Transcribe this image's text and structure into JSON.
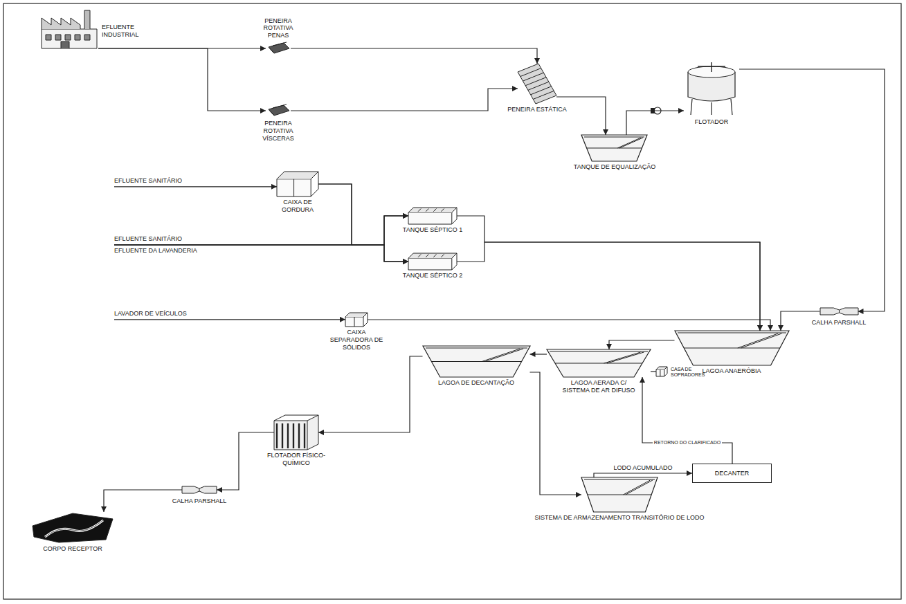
{
  "diagram": {
    "nodes": [
      {
        "text": [
          "EFLUENTE INDUSTRIAL"
        ]
      },
      {
        "text": [
          "PENEIRA ROTATIVA PENAS"
        ]
      },
      {
        "text": [
          "PENEIRA ROTATIVA VÍSCERAS"
        ]
      },
      {
        "text": [
          "PENEIRA ESTÁTICA"
        ]
      },
      {
        "text": [
          "TANQUE DE EQUALIZAÇÃO"
        ]
      },
      {
        "text": [
          "FLOTADOR"
        ]
      },
      {
        "text": [
          "EFLUENTE SANITÁRIO"
        ]
      },
      {
        "text": [
          "CAIXA DE GORDURA"
        ]
      },
      {
        "text": [
          "EFLUENTE SANITÁRIO"
        ]
      },
      {
        "text": [
          "EFLUENTE DA LAVANDERIA"
        ]
      },
      {
        "text": [
          "TANQUE SÉPTICO 1"
        ]
      },
      {
        "text": [
          "TANQUE SÉPTICO 2"
        ]
      },
      {
        "text": [
          "LAVADOR DE VEÍCULOS"
        ]
      },
      {
        "text": [
          "CAIXA SEPARADORA DE SÓLIDOS"
        ]
      },
      {
        "text": [
          "CALHA PARSHALL"
        ]
      },
      {
        "text": [
          "LAGOA ANAERÓBIA"
        ]
      },
      {
        "text": [
          "LAGOA AERADA C/ SISTEMA DE AR DIFUSO"
        ]
      },
      {
        "text": [
          "CASA DE SOPRADORES"
        ]
      },
      {
        "text": [
          "LAGOA DE DECANTAÇÃO"
        ]
      },
      {
        "text": [
          "DECANTER"
        ]
      },
      {
        "text": [
          "SISTEMA DE ARMAZENAMENTO TRANSITÓRIO DE LODO"
        ]
      },
      {
        "text": [
          "FLOTADOR FÍSICO-QUÍMICO"
        ]
      },
      {
        "text": [
          "CALHA PARSHALL"
        ]
      },
      {
        "text": [
          "CORPO RECEPTOR"
        ]
      }
    ],
    "edges": [
      {
        "from": 0,
        "to": 1,
        "arrow": "to"
      },
      {
        "from": 0,
        "to": 2,
        "arrow": "to"
      },
      {
        "from": 1,
        "to": 3,
        "arrow": "to"
      },
      {
        "from": 2,
        "to": 3,
        "arrow": "to"
      },
      {
        "from": 3,
        "to": 4,
        "arrow": "to"
      },
      {
        "from": 4,
        "to": 5,
        "arrow": "to"
      },
      {
        "from": 5,
        "to": 14,
        "arrow": "to"
      },
      {
        "from": 14,
        "to": 15,
        "arrow": "to"
      },
      {
        "from": 6,
        "to": 7,
        "arrow": "to"
      },
      {
        "from": 7,
        "to": 10,
        "arrow": "to"
      },
      {
        "from": 7,
        "to": 11,
        "arrow": "to"
      },
      {
        "from": 8,
        "to": 10,
        "arrow": "to"
      },
      {
        "from": 8,
        "to": 11,
        "arrow": "to"
      },
      {
        "from": 9,
        "to": 10,
        "arrow": "to"
      },
      {
        "from": 9,
        "to": 11,
        "arrow": "to"
      },
      {
        "from": 10,
        "to": 15,
        "arrow": "to"
      },
      {
        "from": 11,
        "to": 15,
        "arrow": "to"
      },
      {
        "from": 12,
        "to": 13,
        "arrow": "to"
      },
      {
        "from": 13,
        "to": 15,
        "arrow": "to"
      },
      {
        "from": 15,
        "to": 16,
        "arrow": "to"
      },
      {
        "from": 17,
        "to": 16,
        "arrow": "none"
      },
      {
        "from": 16,
        "to": 18,
        "arrow": "to"
      },
      {
        "from": 18,
        "to": 21,
        "arrow": "to"
      },
      {
        "from": 18,
        "to": 20,
        "arrow": "to"
      },
      {
        "from": 20,
        "to": 19,
        "label": "LODO ACUMULADO",
        "arrow": "to"
      },
      {
        "from": 19,
        "to": 16,
        "label": "RETORNO DO CLARIFICADO",
        "arrow": "to"
      },
      {
        "from": 21,
        "to": 22,
        "arrow": "to"
      },
      {
        "from": 22,
        "to": 23,
        "arrow": "to"
      }
    ]
  }
}
